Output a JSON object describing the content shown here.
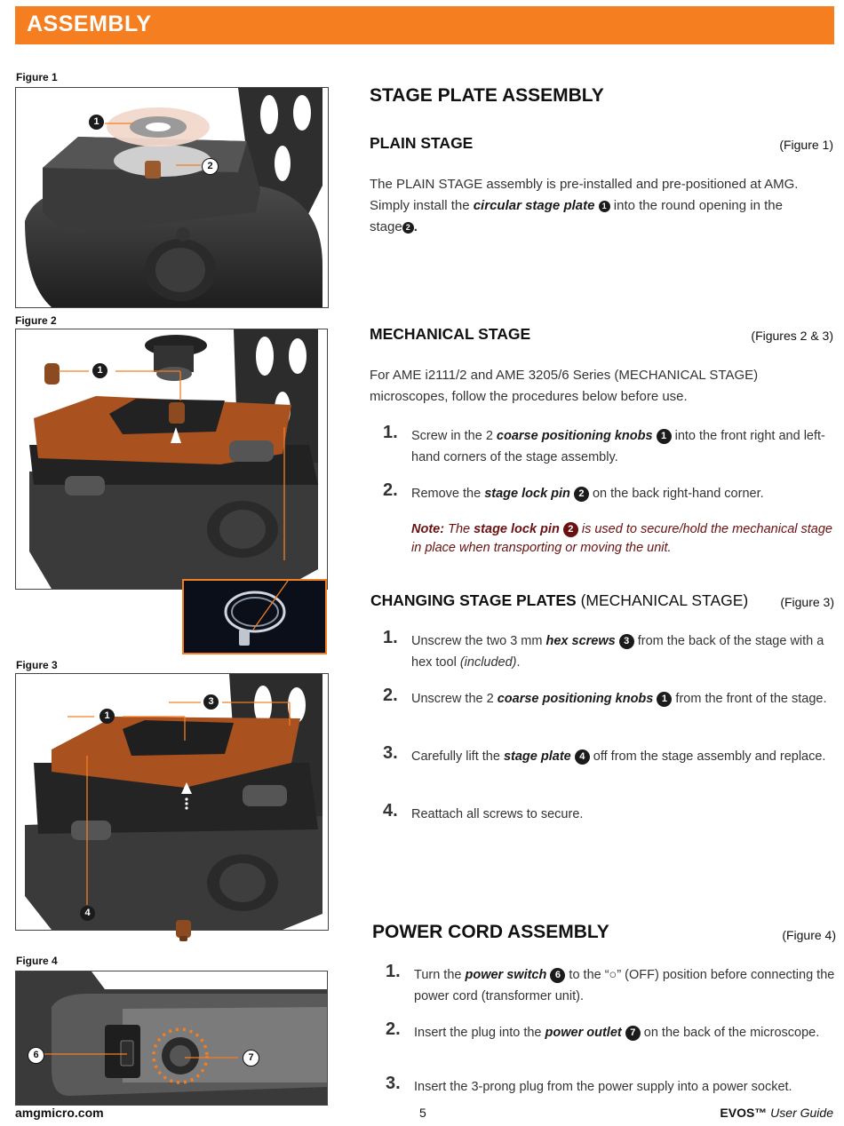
{
  "header": {
    "title": "ASSEMBLY"
  },
  "figures": {
    "fig1": {
      "label": "Figure 1",
      "markers": [
        "1",
        "2"
      ]
    },
    "fig2": {
      "label": "Figure 2",
      "markers": [
        "1"
      ]
    },
    "fig3": {
      "label": "Figure 3",
      "markers": [
        "1",
        "3",
        "4"
      ]
    },
    "fig4": {
      "label": "Figure 4",
      "markers": [
        "6",
        "7"
      ]
    }
  },
  "stage_plate": {
    "title": "STAGE PLATE ASSEMBLY",
    "plain": {
      "heading": "PLAIN STAGE",
      "ref": "(Figure 1)",
      "text_a": "The PLAIN STAGE assembly is pre-installed and pre-positioned at AMG. Simply install the ",
      "term": "circular stage plate",
      "m1": "1",
      "text_b": " into the round opening in the stage",
      "m2": "2",
      "text_c": "."
    },
    "mechanical": {
      "heading": "MECHANICAL STAGE",
      "ref": "(Figures 2 & 3)",
      "intro": "For AME i2111/2 and AME 3205/6 Series (MECHANICAL STAGE) microscopes, follow the procedures below before use.",
      "steps": [
        {
          "num": "1.",
          "a": "Screw in the 2 ",
          "term": "coarse positioning knobs",
          "m": "1",
          "b": " into the front right and left-hand corners of the stage assembly."
        },
        {
          "num": "2.",
          "a": "Remove the ",
          "term": "stage lock pin",
          "m": "2",
          "b": " on the back right-hand corner."
        }
      ],
      "note": {
        "label": "Note:",
        "a": " The ",
        "term": "stage lock pin",
        "m": "2",
        "b": " is used to secure/hold the mechanical stage in place when transporting or moving the unit."
      }
    },
    "changing": {
      "heading": "CHANGING STAGE PLATES",
      "heading_suffix": " (MECHANICAL STAGE)",
      "ref": "(Figure 3)",
      "steps": [
        {
          "num": "1.",
          "a": "Unscrew the two 3 mm ",
          "term": "hex screws",
          "m": "3",
          "b": " from the back of the stage with a hex tool ",
          "c": "(included)",
          "d": "."
        },
        {
          "num": "2.",
          "a": "Unscrew the 2 ",
          "term": "coarse positioning knobs",
          "m": "1",
          "b": " from the front of the stage."
        },
        {
          "num": "3.",
          "a": "Carefully lift the ",
          "term": "stage plate",
          "m": "4",
          "b": " off from the stage assembly and replace."
        },
        {
          "num": "4.",
          "a": "Reattach all screws to secure."
        }
      ]
    }
  },
  "power": {
    "title": "POWER CORD ASSEMBLY",
    "ref": "(Figure 4)",
    "steps": [
      {
        "num": "1.",
        "a": "Turn the ",
        "term": "power switch",
        "m": "6",
        "b": " to the “○” (OFF) position before connecting the power cord (transformer unit)."
      },
      {
        "num": "2.",
        "a": "Insert the plug into the ",
        "term": "power outlet",
        "m": "7",
        "b": " on the back of the microscope."
      },
      {
        "num": "3.",
        "a": "Insert the 3-prong plug from the power supply into a power socket."
      }
    ]
  },
  "footer": {
    "site": "amgmicro.com",
    "page": "5",
    "brand": "EVOS",
    "tm": "™",
    "guide": " User Guide"
  }
}
